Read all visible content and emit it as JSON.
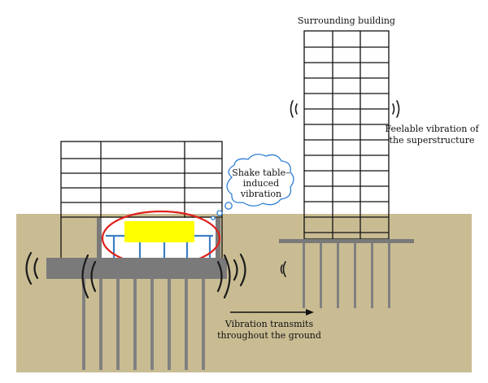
{
  "labels": {
    "surrounding_building": "Surrounding building",
    "feelable_line1": "Feelable vibration of",
    "feelable_line2": "the superstructure",
    "shake_line1": "Shake table–",
    "shake_line2": "induced",
    "shake_line3": "vibration",
    "transmit_line1": "Vibration transmits",
    "transmit_line2": "throughout the ground"
  },
  "colors": {
    "ground": "#c9bc93",
    "foundation": "#7a7a7a",
    "pile": "#808080",
    "shake_table": "#ffff00",
    "table_frame": "#3d7fc4",
    "highlight_ellipse": "#e0201b",
    "cloud_stroke": "#2f7fd6"
  }
}
